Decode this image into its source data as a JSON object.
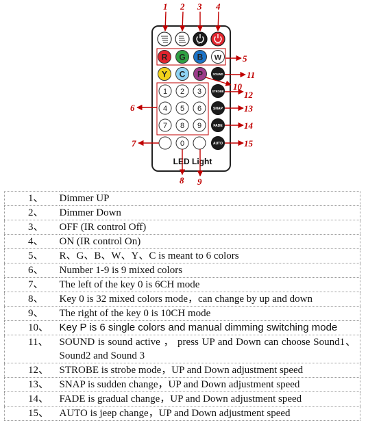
{
  "callouts": {
    "c1": "1",
    "c2": "2",
    "c3": "3",
    "c4": "4",
    "c5": "5",
    "c6": "6",
    "c7": "7",
    "c8": "8",
    "c9": "9",
    "c10": "10",
    "c11": "11",
    "c12": "12",
    "c13": "13",
    "c14": "14",
    "c15": "15"
  },
  "remote": {
    "keys": {
      "r": "R",
      "g": "G",
      "b": "B",
      "w": "W",
      "y": "Y",
      "c": "C",
      "p": "P",
      "sound": "SOUND",
      "strobe": "STROBE",
      "snap": "SNAP",
      "fade": "FADE",
      "auto": "AUTO",
      "n1": "1",
      "n2": "2",
      "n3": "3",
      "n4": "4",
      "n5": "5",
      "n6": "6",
      "n7": "7",
      "n8": "8",
      "n9": "9",
      "n0": "0",
      "off_small": "OFF",
      "on_small": "ON"
    },
    "brand": "LED Light",
    "colors": {
      "red": "#e0242d",
      "green": "#2ea043",
      "blue": "#1a73c8",
      "yellow": "#f2d21b",
      "cyan": "#8fd3f4",
      "purple": "#9c3b8a",
      "black": "#1c1c1c",
      "arrow": "#c00000",
      "box": "#c00000"
    }
  },
  "legend": [
    {
      "num": "1、",
      "text": "Dimmer UP"
    },
    {
      "num": "2、",
      "text": "Dimmer Down"
    },
    {
      "num": "3、",
      "text": "OFF (IR control Off)"
    },
    {
      "num": "4、",
      "text": "ON (IR control On)"
    },
    {
      "num": "5、",
      "text": "R、G、B、W、Y、C   is meant to 6 colors"
    },
    {
      "num": "6、",
      "text": "Number 1-9 is 9 mixed colors"
    },
    {
      "num": "7、",
      "text": "The left of the key 0 is 6CH mode"
    },
    {
      "num": "8、",
      "text": "Key 0 is 32 mixed colors mode，can change by up and down"
    },
    {
      "num": "9、",
      "text": "The right of the key 0 is 10CH mode"
    },
    {
      "num": "10、",
      "text": "Key P is 6 single colors and manual dimming switching mode"
    },
    {
      "num": "11、",
      "text": "SOUND is sound active ， press UP and Down can choose Sound1、Sound2 and Sound 3"
    },
    {
      "num": "12、",
      "text": "STROBE is strobe mode，UP and Down adjustment speed"
    },
    {
      "num": "13、",
      "text": "SNAP is sudden change，UP and Down adjustment speed"
    },
    {
      "num": "14、",
      "text": "FADE is gradual change，UP and Down adjustment speed"
    },
    {
      "num": "15、",
      "text": "AUTO is jeep change，UP and Down adjustment speed"
    }
  ]
}
